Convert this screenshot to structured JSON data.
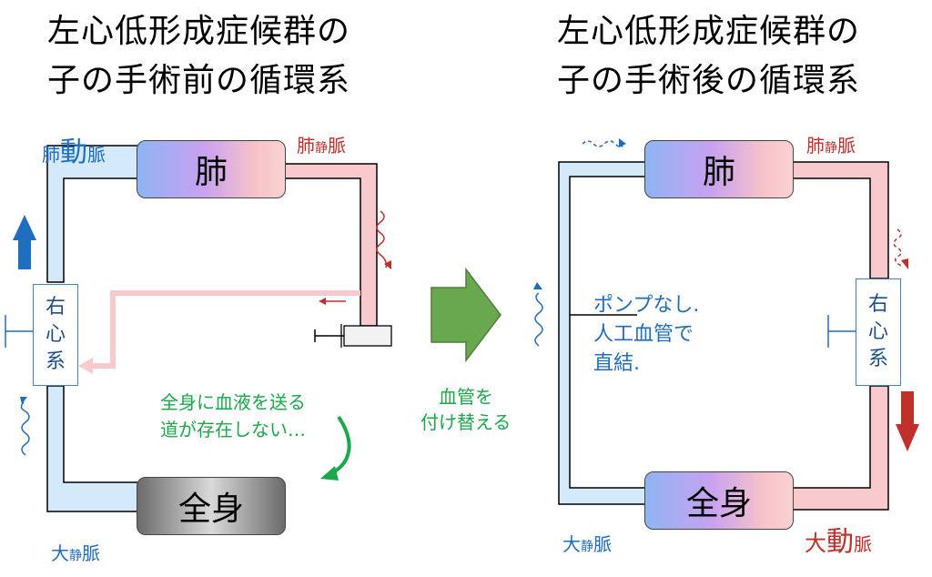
{
  "left": {
    "title_line1": "左心低形成症候群の",
    "title_line2": "子の手術前の循環系",
    "lung_label": "肺",
    "body_label": "全身",
    "heart_chars": [
      "右",
      "心",
      "系"
    ],
    "pulm_artery": {
      "a": "肺",
      "b": "動",
      "c": "脈"
    },
    "pulm_vein": {
      "a": "肺",
      "b": "静",
      "c": "脈"
    },
    "vena_cava": {
      "a": "大",
      "b": "静",
      "c": "脈"
    },
    "note_line1": "全身に血液を送る",
    "note_line2": "道が存在しない…"
  },
  "middle": {
    "line1": "血管を",
    "line2": "付け替える"
  },
  "right": {
    "title_line1": "左心低形成症候群の",
    "title_line2": "子の手術後の循環系",
    "lung_label": "肺",
    "body_label": "全身",
    "heart_chars": [
      "右",
      "心",
      "系"
    ],
    "pulm_vein": {
      "a": "肺",
      "b": "静",
      "c": "脈"
    },
    "vena_cava": {
      "a": "大",
      "b": "静",
      "c": "脈"
    },
    "aorta": {
      "a": "大",
      "b": "動",
      "c": "脈"
    },
    "note_line1": "ポンプなし.",
    "note_line2": "人工血管で",
    "note_line3": "直結."
  },
  "colors": {
    "blue_vessel": "#d4eafa",
    "red_vessel": "#f8c9cd",
    "blue_text": "#1f6dbf",
    "red_text": "#c0302b",
    "green_text": "#1aa84a",
    "green_arrow": "#6aa84f"
  }
}
